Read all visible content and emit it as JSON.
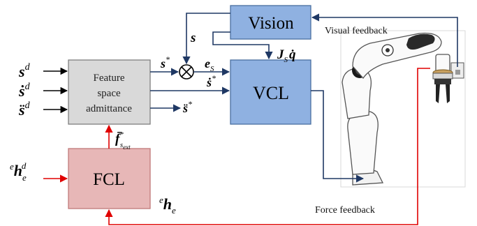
{
  "blocks": {
    "vision": {
      "label": "Vision",
      "fill": "#8fb1e1",
      "stroke": "#4a6fa0"
    },
    "vcl": {
      "label": "VCL",
      "fill": "#8fb1e1",
      "stroke": "#4a6fa0"
    },
    "admittance": {
      "lines": [
        "Feature",
        "space",
        "admittance"
      ],
      "fill": "#d9d9d9",
      "stroke": "#7f7f7f"
    },
    "fcl": {
      "label": "FCL",
      "fill": "#e7b7b7",
      "stroke": "#c07a7a"
    }
  },
  "colors": {
    "signal": "#1f3864",
    "input": "#000000",
    "force": "#e00000"
  },
  "labels": {
    "visual_feedback": "Visual feedback",
    "force_feedback": "Force feedback"
  },
  "math": {
    "s": "s",
    "s_desired": {
      "base": "s",
      "sup": "d"
    },
    "s_dot_desired": {
      "base": "ṡ",
      "sup": "d"
    },
    "s_ddot_desired": {
      "base": "s̈",
      "sup": "d"
    },
    "s_star": {
      "base": "s",
      "sup": "*"
    },
    "s_dot_star": {
      "base": "ṡ",
      "sup": "*"
    },
    "s_ddot_star": {
      "base": "s̈",
      "sup": "*"
    },
    "e_s": {
      "base": "e",
      "sub": "S"
    },
    "jacobian": {
      "base": "J",
      "sub": "S",
      "tail": "q̇"
    },
    "f_ext": {
      "base": "f̄",
      "sup": "*",
      "sub": "s",
      "subsub": "ext"
    },
    "h_desired": {
      "pre": "e",
      "base": "h",
      "sub": "e",
      "sup": "d"
    },
    "h_measured": {
      "pre": "e",
      "base": "h",
      "sub": "e"
    }
  }
}
